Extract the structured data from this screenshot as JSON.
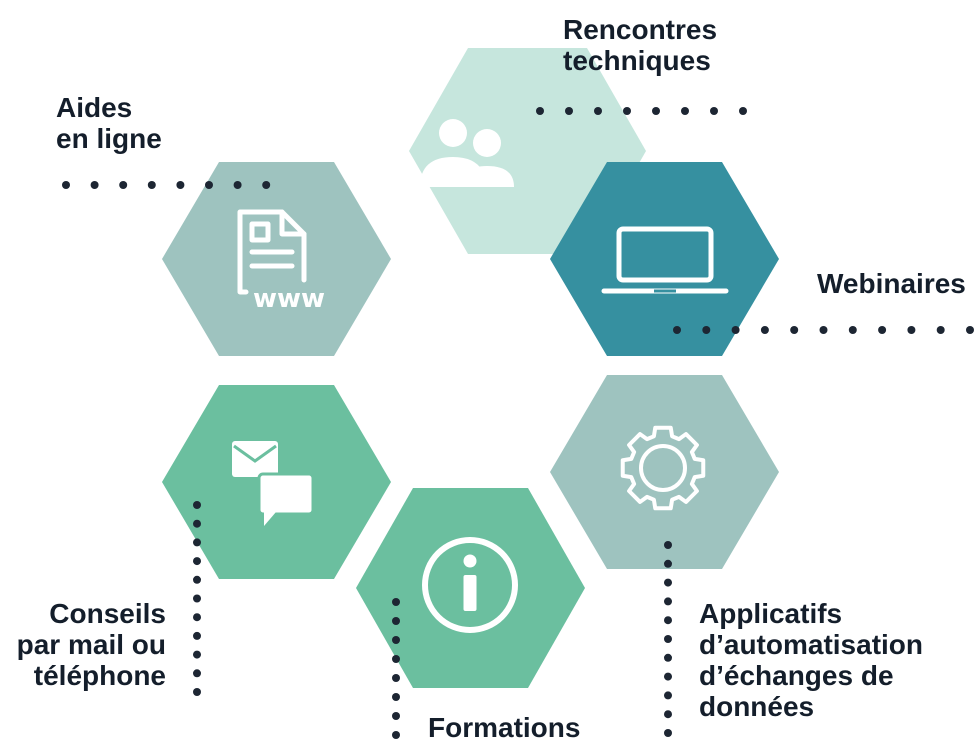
{
  "colors": {
    "rencontres": "#c6e6dd",
    "webinaires": "#3690a0",
    "applicatifs": "#9ec3bf",
    "formations": "#6bbf9f",
    "conseils": "#6bbf9f",
    "aides": "#9ec3bf",
    "dots": "#1d2633",
    "text": "#141e2b"
  },
  "labels": {
    "rencontres": [
      "Rencontres",
      "techniques"
    ],
    "aides": [
      "Aides",
      "en ligne"
    ],
    "webinaires": [
      "Webinaires"
    ],
    "conseils": [
      "Conseils",
      "par mail ou",
      "téléphone"
    ],
    "applicatifs": [
      "Applicatifs",
      "d’automatisation",
      "d’échanges de",
      "données"
    ],
    "formations": [
      "Formations"
    ]
  },
  "icons": {
    "rencontres": "people-icon",
    "webinaires": "laptop-icon",
    "applicatifs": "gear-icon",
    "formations": "info-icon",
    "conseils": "chat-mail-icon",
    "aides": "web-document-icon",
    "aides_icon_text": "www"
  }
}
